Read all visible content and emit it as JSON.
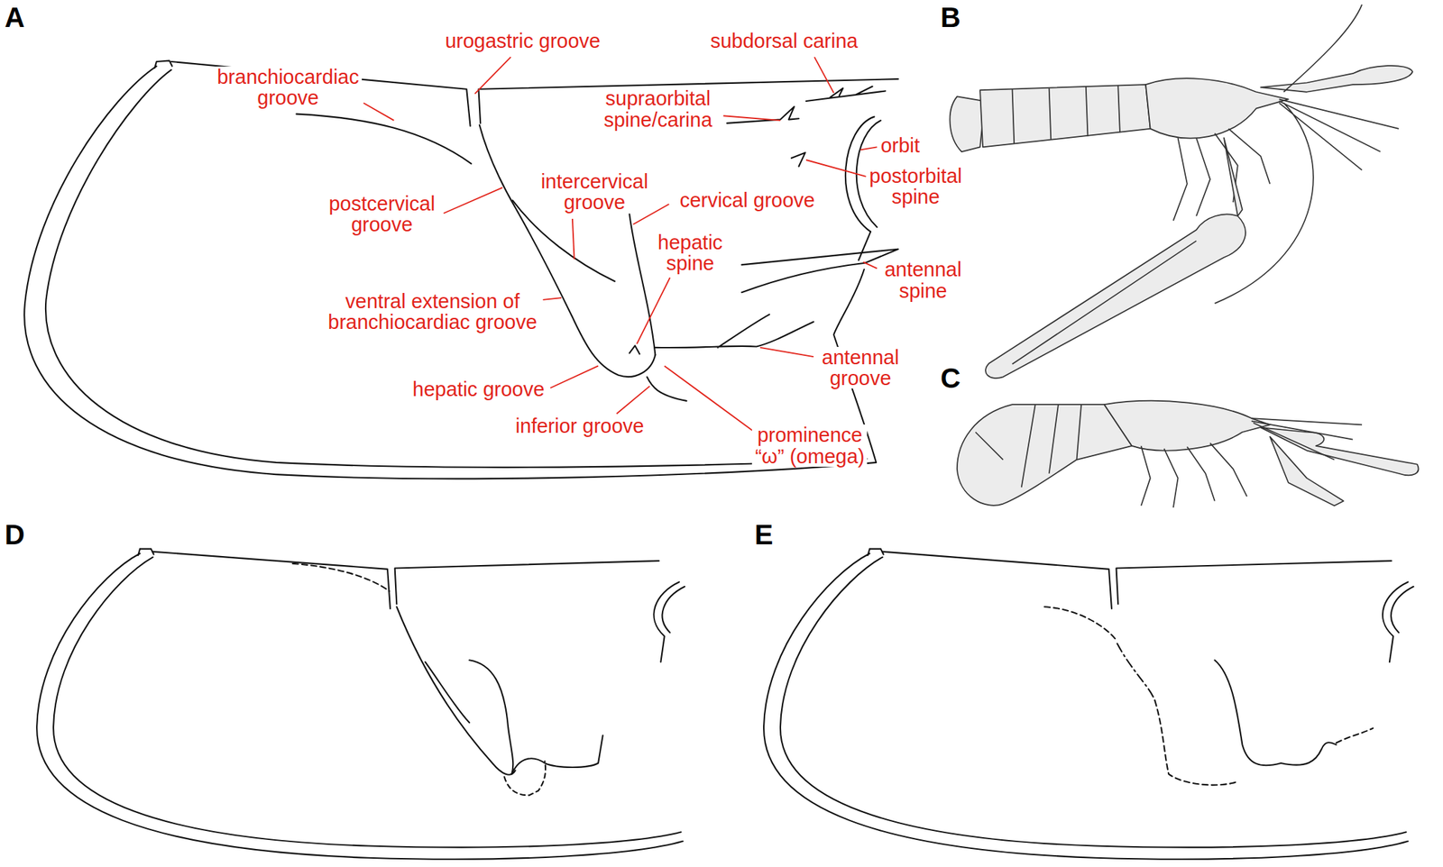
{
  "diagram": {
    "labels": [
      "A",
      "urogastric groove",
      "subdorsal carina",
      "branchiocardiac groove",
      "supraorbital spine/carina",
      "orbit",
      "postorbital spine",
      "postcervical groove",
      "intercervical groove",
      "cervical groove",
      "hepatic spine",
      "antennal spine",
      "ventral extension of branchiocardiac groove",
      "antennal groove",
      "hepatic groove",
      "inferior groove",
      "prominence “ω” (omega)",
      "B",
      "C",
      "D",
      "E"
    ]
  }
}
